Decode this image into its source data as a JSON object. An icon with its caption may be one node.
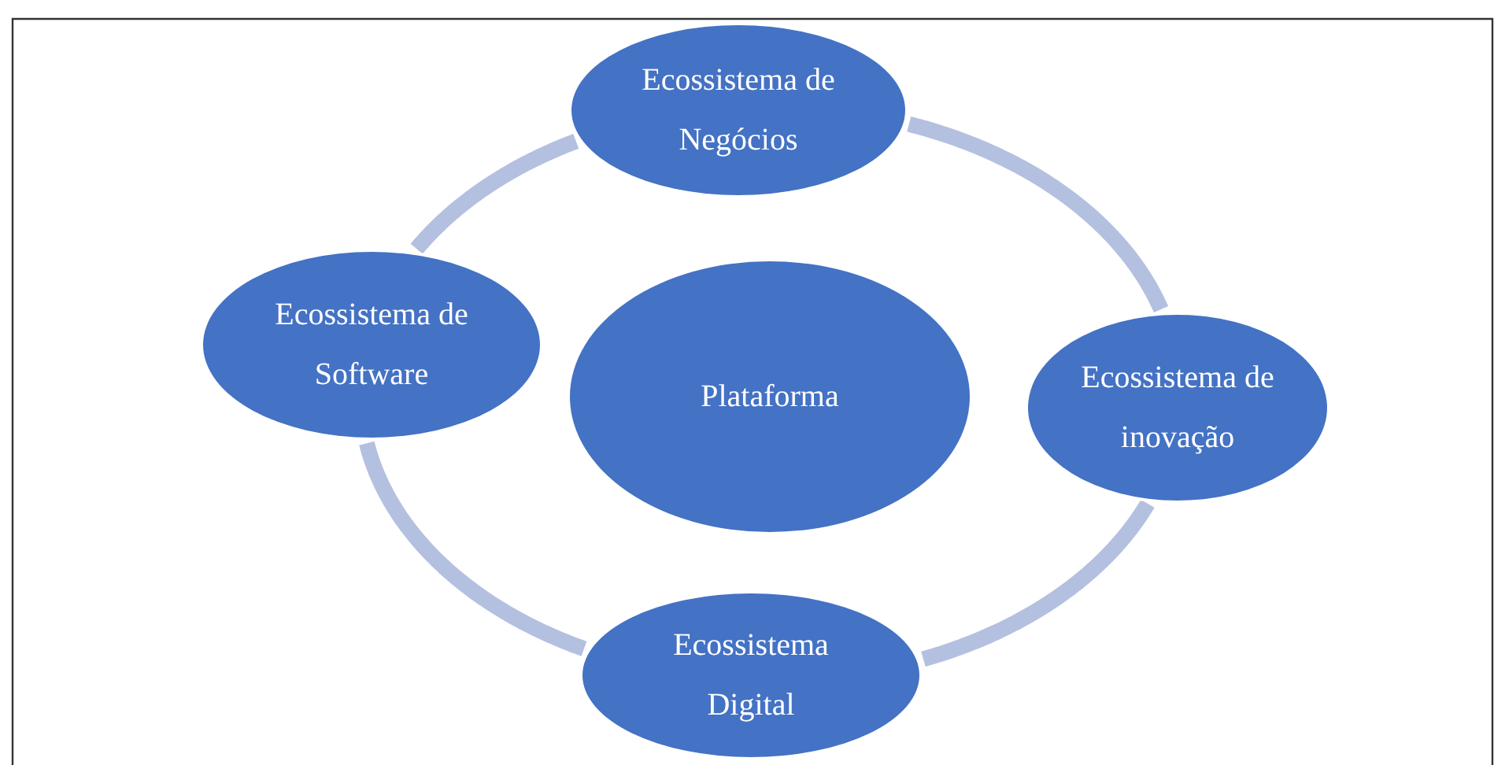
{
  "diagram": {
    "nodes": [
      {
        "text": [
          "Ecossistema de Negócios"
        ]
      },
      {
        "text": [
          "Ecossistema de inovação"
        ]
      },
      {
        "text": [
          "Ecossistema Digital"
        ]
      },
      {
        "text": [
          "Ecossistema de Software"
        ]
      },
      {
        "text": [
          "Plataforma"
        ]
      }
    ],
    "edges": [
      {
        "from": 0,
        "to": 1,
        "arrow": "none"
      },
      {
        "from": 1,
        "to": 2,
        "arrow": "none"
      },
      {
        "from": 2,
        "to": 3,
        "arrow": "none"
      },
      {
        "from": 3,
        "to": 0,
        "arrow": "none"
      }
    ]
  }
}
